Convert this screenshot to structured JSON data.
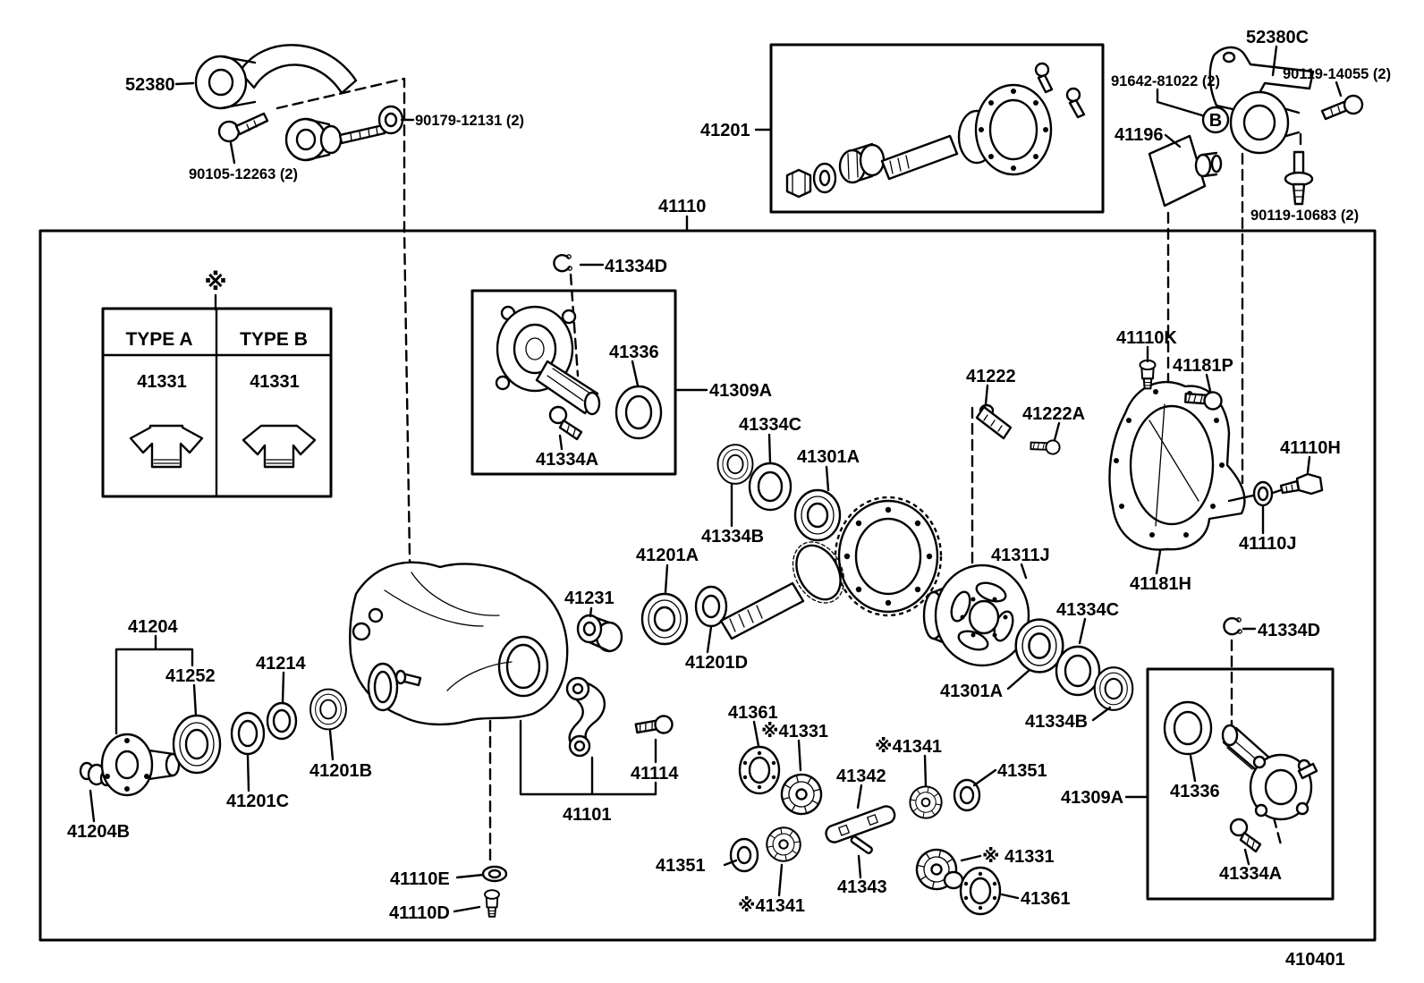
{
  "figure": {
    "drawing_code": "410401",
    "reference_marker": "※",
    "callout_b": "B",
    "type_table": {
      "header_a": "TYPE A",
      "header_b": "TYPE B",
      "part_a": "41331",
      "part_b": "41331"
    },
    "labels": {
      "p52380": "52380",
      "p90179_12131": "90179-12131 (2)",
      "p90105_12263": "90105-12263 (2)",
      "p41201": "41201",
      "p41110": "41110",
      "p52380C": "52380C",
      "p91642_81022": "91642-81022 (2)",
      "p90119_14055": "90119-14055 (2)",
      "p41196": "41196",
      "p90119_10683": "90119-10683 (2)",
      "p41334D": "41334D",
      "p41336": "41336",
      "p41309A": "41309A",
      "p41334A": "41334A",
      "p41334B": "41334B",
      "p41334C": "41334C",
      "p41301A": "41301A",
      "p41110K": "41110K",
      "p41181P": "41181P",
      "p41222": "41222",
      "p41222A": "41222A",
      "p41110H": "41110H",
      "p41110J": "41110J",
      "p41181H": "41181H",
      "p41311J": "41311J",
      "p41331": "41331",
      "p41204": "41204",
      "p41252": "41252",
      "p41214": "41214",
      "p41201B": "41201B",
      "p41201C": "41201C",
      "p41204B": "41204B",
      "p41201A": "41201A",
      "p41231": "41231",
      "p41201D": "41201D",
      "p41114": "41114",
      "p41101": "41101",
      "p41110E": "41110E",
      "p41110D": "41110D",
      "p41361": "41361",
      "p41342": "41342",
      "p41343": "41343",
      "p41351": "41351",
      "p41331_starred": "※41331",
      "p41331_starred_spaced": "※ 41331",
      "p41341_starred": "※41341"
    }
  }
}
